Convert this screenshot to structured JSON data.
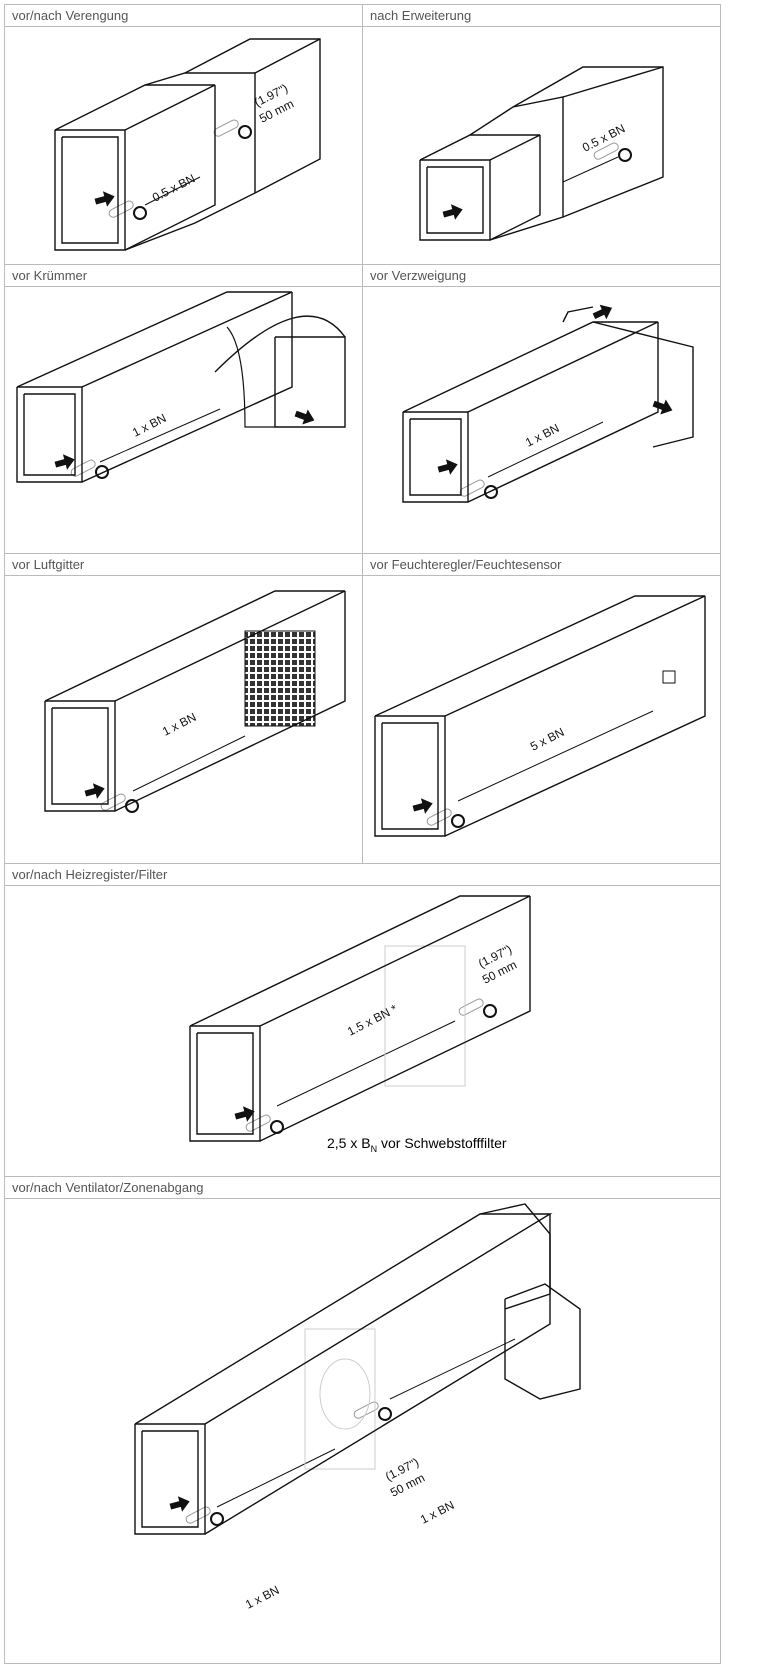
{
  "cells": [
    {
      "title": "vor/nach Verengung",
      "dim": "0.5 x BN",
      "note1": "(1.97\")",
      "note2": "50 mm"
    },
    {
      "title": "nach Erweiterung",
      "dim": "0.5 x BN"
    },
    {
      "title": "vor Krümmer",
      "dim": "1 x BN"
    },
    {
      "title": "vor Verzweigung",
      "dim": "1 x BN"
    },
    {
      "title": "vor Luftgitter",
      "dim": "1 x BN"
    },
    {
      "title": "vor Feuchteregler/Feuchtesensor",
      "dim": "5 x BN"
    },
    {
      "title": "vor/nach Heizregister/Filter",
      "dim": "1.5 x BN *",
      "note1": "(1.97\")",
      "note2": "50 mm",
      "caption": "2,5 x B",
      "caption_sub": "N",
      "caption_rest": " vor Schwebstofffilter"
    },
    {
      "title": "vor/nach Ventilator/Zonenabgang",
      "dim": "1 x BN",
      "dim2": "1 x BN",
      "note1": "(1.97\")",
      "note2": "50 mm"
    }
  ]
}
